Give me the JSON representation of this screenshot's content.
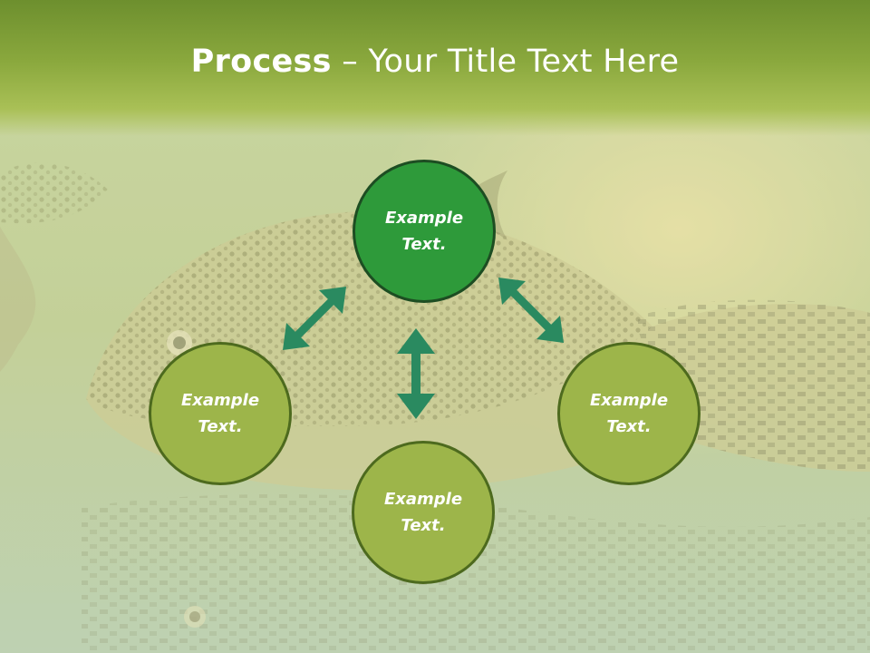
{
  "slide": {
    "title_bold": "Process",
    "title_light": " – Your Title Text Here"
  },
  "nodes": {
    "top": "Example Text.",
    "left": "Example Text.",
    "right": "Example Text.",
    "bottom": "Example Text."
  },
  "colors": {
    "title_bar": "#8aa83d",
    "node_fill": "#9db54a",
    "node_border": "#4d6a1e",
    "center_node_fill": "#2e9a3a",
    "arrow": "#2a8a60",
    "text": "#ffffff"
  },
  "icons": [
    "double-arrow-icon"
  ]
}
